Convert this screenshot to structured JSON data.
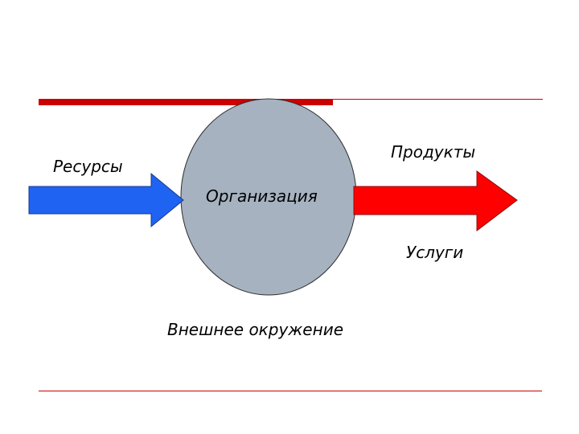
{
  "slide": {
    "accent_color": "#cc0000",
    "labels": {
      "resources": "Ресурсы",
      "organization": "Организация",
      "products": "Продукты",
      "services": "Услуги",
      "environment": "Внешнее окружение"
    },
    "colors": {
      "circle_fill": "#a6b2c0",
      "circle_stroke": "#2f2f2f",
      "input_arrow": "#1f63f2",
      "output_arrow": "#ff0000"
    }
  }
}
